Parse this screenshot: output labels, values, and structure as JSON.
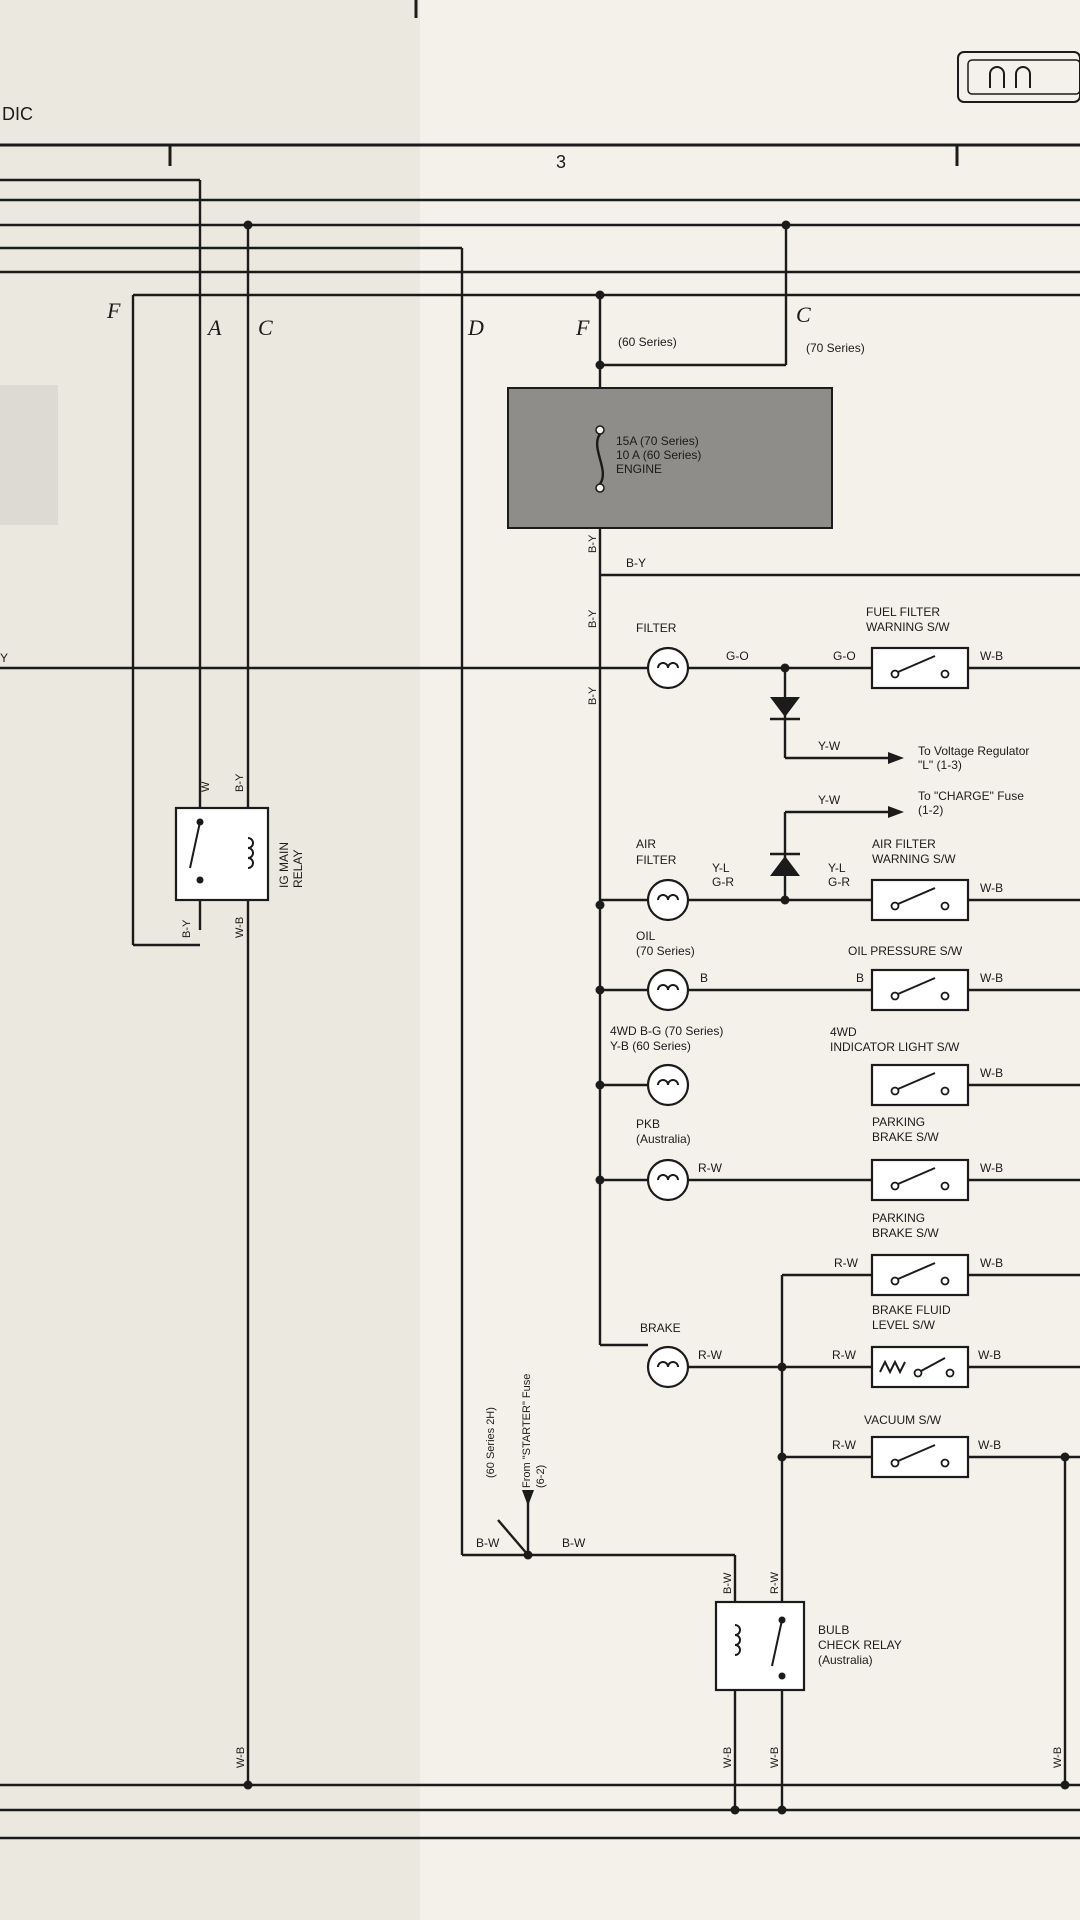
{
  "header": {
    "left_title": "DIC",
    "column_number": "3"
  },
  "letters": {
    "F_left": "F",
    "A": "A",
    "C_left": "C",
    "D": "D",
    "F_mid": "F",
    "C_right": "C"
  },
  "series_labels": {
    "s60": "(60 Series)",
    "s70": "(70 Series)"
  },
  "fuse": {
    "line1": "15A (70 Series)",
    "line2": "10 A (60 Series)",
    "line3": "ENGINE"
  },
  "wires": {
    "by": "B-Y",
    "w": "W",
    "wb": "W-B",
    "go": "G-O",
    "yw": "Y-W",
    "yl": "Y-L",
    "gr": "G-R",
    "b": "B",
    "rw": "R-W",
    "bw": "B-W",
    "y_left": "Y"
  },
  "relays": {
    "ig_main_1": "IG MAIN",
    "ig_main_2": "RELAY"
  },
  "lamps": {
    "filter": "FILTER",
    "air_filter_1": "AIR",
    "air_filter_2": "FILTER",
    "oil_1": "OIL",
    "oil_2": "(70 Series)",
    "fwd_1": "4WD B-G (70 Series)",
    "fwd_2": "Y-B (60 Series)",
    "pkb_1": "PKB",
    "pkb_2": "(Australia)",
    "brake": "BRAKE"
  },
  "switches": {
    "fuel_filter_1": "FUEL FILTER",
    "fuel_filter_2": "WARNING S/W",
    "air_filter_1": "AIR FILTER",
    "air_filter_2": "WARNING S/W",
    "oil_pressure": "OIL PRESSURE S/W",
    "fwd_1": "4WD",
    "fwd_2": "INDICATOR LIGHT S/W",
    "parking_a_1": "PARKING",
    "parking_a_2": "BRAKE S/W",
    "parking_b_1": "PARKING",
    "parking_b_2": "BRAKE S/W",
    "brake_fluid_1": "BRAKE FLUID",
    "brake_fluid_2": "LEVEL S/W",
    "vacuum": "VACUUM S/W"
  },
  "refs": {
    "volt_1": "To Voltage Regulator",
    "volt_2": "\"L\" (1-3)",
    "charge_1": "To \"CHARGE\" Fuse",
    "charge_2": "(1-2)",
    "starter_1": "From \"STARTER\" Fuse",
    "starter_2": "(6-2)",
    "starter_3": "(60 Series 2H)"
  },
  "bulb_check": {
    "line1": "BULB",
    "line2": "CHECK RELAY",
    "line3": "(Australia)"
  }
}
